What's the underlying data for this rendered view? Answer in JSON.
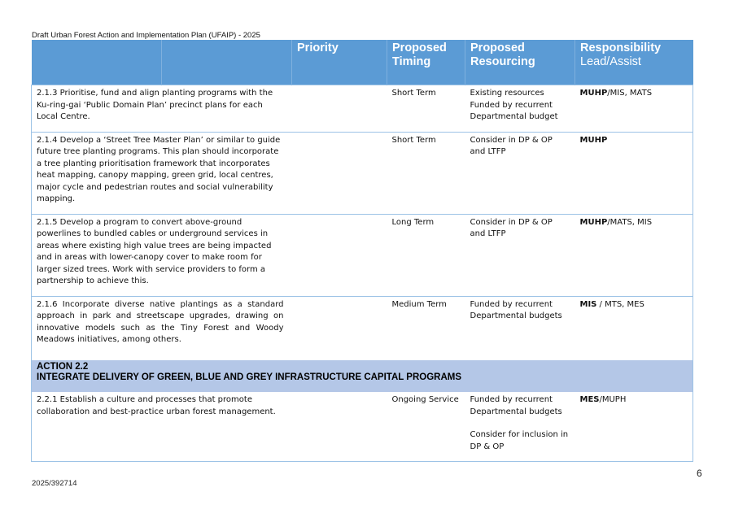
{
  "document": {
    "header_title": "Draft Urban Forest Action and Implementation Plan (UFAIP)  - 2025",
    "footer_reference": "2025/392714",
    "page_number": "6"
  },
  "table": {
    "columns": [
      {
        "label": "",
        "sub": ""
      },
      {
        "label": "",
        "sub": ""
      },
      {
        "label": "Priority",
        "sub": ""
      },
      {
        "label": "Proposed Timing",
        "sub": ""
      },
      {
        "label": "Proposed Resourcing",
        "sub": ""
      },
      {
        "label": "Responsibility",
        "sub": "Lead/Assist"
      }
    ],
    "rows": [
      {
        "description": "2.1.3 Prioritise, fund and align planting programs with the Ku-ring-gai ‘Public Domain Plan’ precinct plans for each Local Centre.",
        "priority": "",
        "timing": "Short Term",
        "resourcing": [
          "Existing resources",
          "Funded by recurrent Departmental budget"
        ],
        "lead": "MUHP",
        "assist": "/MIS, MATS"
      },
      {
        "description": "2.1.4 Develop a ‘Street Tree Master Plan’ or similar to guide future tree planting programs. This plan should incorporate a tree planting prioritisation framework that incorporates heat mapping, canopy mapping, green grid, local centres, major cycle and pedestrian routes and social vulnerability mapping.",
        "priority": "",
        "timing": "Short Term",
        "resourcing": [
          "Consider in DP & OP and LTFP"
        ],
        "lead": "MUHP",
        "assist": ""
      },
      {
        "description": "2.1.5 Develop a program to convert above-ground powerlines to bundled cables or underground services in areas where existing high value trees are being impacted and in areas with lower-canopy cover to make room for larger sized trees. Work with service providers to form a partnership to achieve this.",
        "priority": "",
        "timing": "Long Term",
        "resourcing": [
          "Consider in DP & OP and LTFP"
        ],
        "lead": "MUHP",
        "assist": "/MATS, MIS"
      },
      {
        "description": "2.1.6 Incorporate diverse native plantings as a standard approach in park and streetscape upgrades, drawing on innovative models such as the Tiny Forest and Woody Meadows initiatives, among others.",
        "priority": "",
        "timing": "Medium Term",
        "resourcing": [
          "Funded by recurrent Departmental budgets"
        ],
        "lead": "MIS",
        "assist": " / MTS, MES"
      }
    ],
    "action": {
      "number": "ACTION 2.2",
      "title": "INTEGRATE DELIVERY OF GREEN, BLUE AND GREY INFRASTRUCTURE CAPITAL PROGRAMS"
    },
    "action_rows": [
      {
        "description": "2.2.1 Establish a culture and processes that promote collaboration and best-practice urban forest management.",
        "priority": "",
        "timing": "Ongoing Service",
        "resourcing": [
          "Funded by recurrent Departmental budgets",
          "Consider for inclusion in DP & OP"
        ],
        "lead": "MES",
        "assist": "/MUPH"
      }
    ]
  },
  "colors": {
    "header_blue": "#5b9bd5",
    "action_band": "#b4c7e7",
    "grid_line": "#9dc3e6"
  }
}
